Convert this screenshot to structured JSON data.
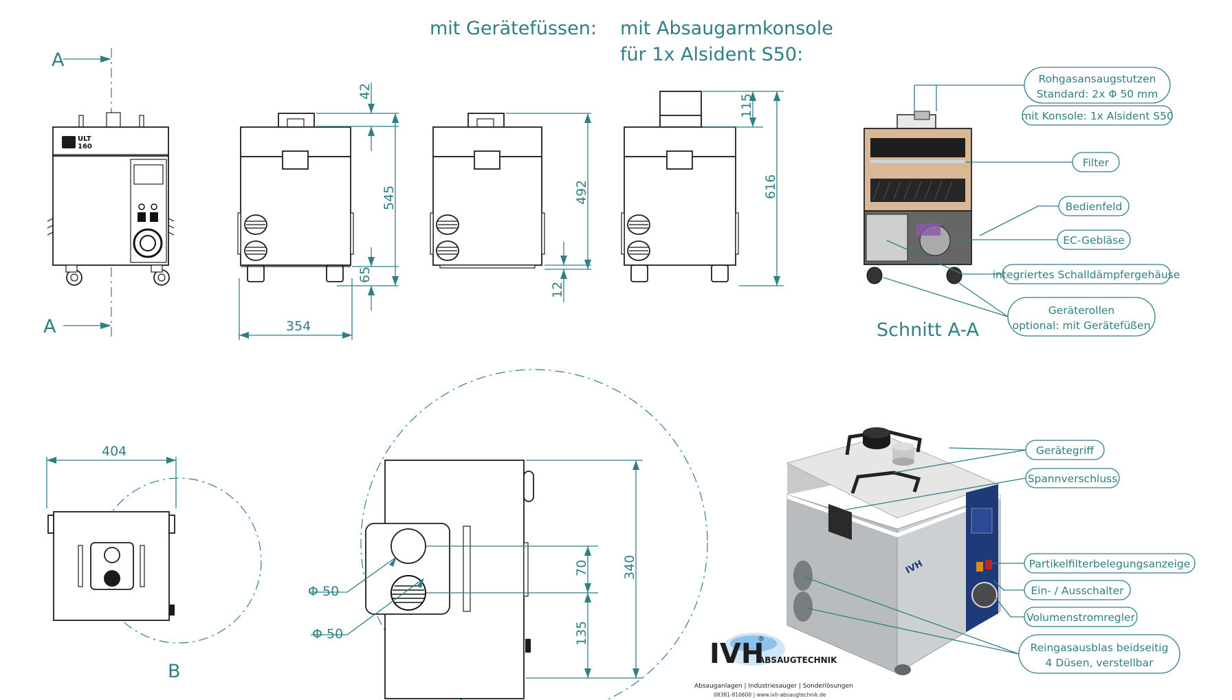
{
  "headings": {
    "feet": "mit Gerätefüssen:",
    "console_1": "mit Absaugarmkonsole",
    "console_2": "für 1x Alsident S50:"
  },
  "section_labels": {
    "a_top": "A",
    "a_bottom": "A",
    "b": "B",
    "section_title": "Schnitt A-A"
  },
  "front_view": {
    "badge_line1": "ULT",
    "badge_line2": "160"
  },
  "dimensions": {
    "height_top": "42",
    "width_354": "354",
    "height_545": "545",
    "height_65": "65",
    "height_492": "492",
    "height_12": "12",
    "height_115": "115",
    "height_616": "616",
    "width_404": "404",
    "dia_1": "Φ 50",
    "dia_2": "Φ 50",
    "height_70": "70",
    "height_340": "340",
    "height_135": "135"
  },
  "callouts_section": {
    "inlet_1": "Rohgasansaugstutzen",
    "inlet_2": "Standard: 2x Φ 50 mm",
    "console": "mit Konsole: 1x Alsident S50",
    "filter": "Filter",
    "panel": "Bedienfeld",
    "blower": "EC-Gebläse",
    "silencer": "integriertes Schalldämpfergehäuse",
    "rollers_1": "Geräterollen",
    "rollers_2": "optional: mit Gerätefüßen"
  },
  "callouts_3d": {
    "handle": "Gerätegriff",
    "clasp": "Spannverschluss",
    "filter_indicator": "Partikelfilterbelegungsanzeige",
    "switch": "Ein- / Ausschalter",
    "flow_regulator": "Volumenstromregler",
    "outlet_1": "Reingasausblas beidseitig",
    "outlet_2": "4 Düsen, verstellbar"
  },
  "render_brand": "IVH",
  "logo": {
    "mark": "IVH",
    "registered": "®",
    "wordmark": "ABSAUGTECHNIK",
    "tagline": "Absauganlagen | Industriesauger | Sonderlösungen",
    "contact": "08381-810600  |  www.ivh-absaugtechnik.de"
  },
  "colors": {
    "line": "#2e7f86",
    "body": "#1e1e1e",
    "panel": "#1e3a78",
    "indicator": "#e08a1a"
  }
}
